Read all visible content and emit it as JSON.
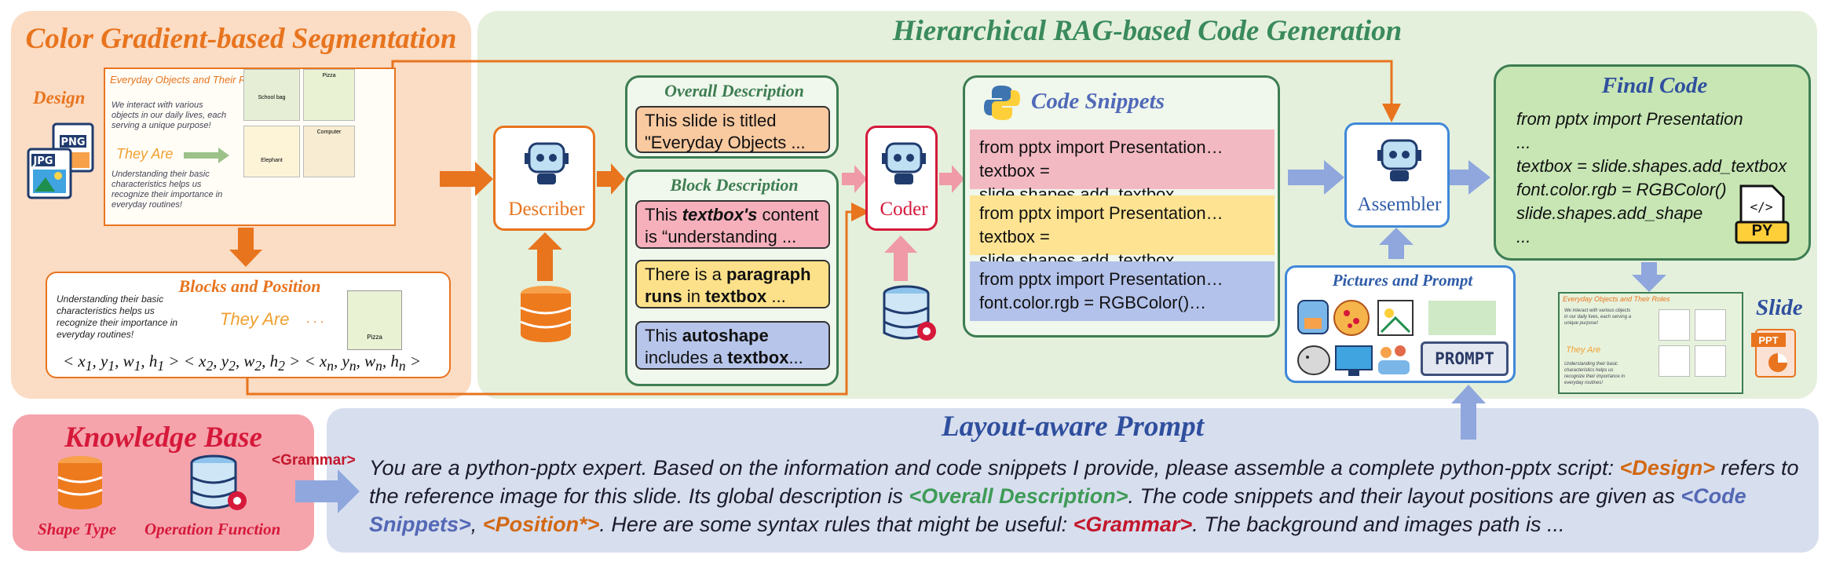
{
  "colors": {
    "orange": "#e8741e",
    "green": "#3a8a5c",
    "red": "#d6193a",
    "blue": "#2f4f9e",
    "arrow_blue": "#8fa7dd",
    "arrow_pink": "#f09aa8"
  },
  "segmentation": {
    "title": "Color Gradient-based Segmentation",
    "design_label": "Design",
    "icons": [
      "jpg-file-icon",
      "png-file-icon"
    ],
    "slide": {
      "title": "Everyday Objects and Their Roles",
      "intro": "We interact with various objects in our daily lives, each serving a unique purpose!",
      "they_are": "They Are",
      "body": "Understanding their basic characteristics helps us recognize their importance in everyday routines!",
      "cards": [
        "School bag",
        "Pizza",
        "Elephant",
        "Computer"
      ]
    },
    "blocks": {
      "title": "Blocks and Position",
      "text": "Understanding their basic characteristics helps us recognize their importance in everyday routines!",
      "they_are": "They Are",
      "dots": ". . .",
      "card": "Pizza",
      "formula_parts": [
        "< x",
        "1",
        ", y",
        "1",
        ", w",
        "1",
        ", h",
        "1",
        " >   < x",
        "2",
        ", y",
        "2",
        ", w",
        "2",
        ", h",
        "2",
        " >   < x",
        "n",
        ", y",
        "n",
        ", w",
        "n",
        ", h",
        "n",
        " >"
      ]
    }
  },
  "rag": {
    "title": "Hierarchical RAG-based Code Generation",
    "describer": "Describer",
    "coder": "Coder",
    "assembler": "Assembler",
    "overall": {
      "title": "Overall Description",
      "text": "This slide is titled \"Everyday Objects ..."
    },
    "block": {
      "title": "Block Description",
      "items": [
        {
          "pre": "This ",
          "bold": "textbox's",
          "post": " content is “understanding ..."
        },
        {
          "pre": "There is a ",
          "bold": "paragraph runs",
          "mid": " in ",
          "bold2": "textbox",
          "post": " ..."
        },
        {
          "pre": "This ",
          "bold": "autoshape",
          "mid": " includes a ",
          "bold2": "textbox",
          "post": "..."
        }
      ]
    },
    "snippets": {
      "title": "Code Snippets",
      "items": [
        {
          "l1": "from pptx import Presentation…",
          "l2": "textbox = slide.shapes.add_textbox…"
        },
        {
          "l1": "from pptx import Presentation…",
          "l2": "textbox = slide.shapes.add_textbox…"
        },
        {
          "l1": "from pptx import Presentation…",
          "l2": "font.color.rgb = RGBColor()…"
        }
      ]
    },
    "pictures": {
      "title": "Pictures and Prompt",
      "prompt": "PROMPT"
    },
    "final": {
      "title": "Final Code",
      "lines": [
        "from pptx import Presentation",
        "...",
        "textbox = slide.shapes.add_textbox",
        "font.color.rgb = RGBColor()",
        "slide.shapes.add_shape",
        "..."
      ],
      "py": "PY"
    },
    "slide_label": "Slide",
    "ppt": "PPT"
  },
  "knowledge": {
    "title": "Knowledge Base",
    "shape_type": "Shape Type",
    "operation": "Operation Function",
    "grammar": "<Grammar>"
  },
  "prompt": {
    "title": "Layout-aware Prompt",
    "t1": "You are a python-pptx expert. Based on the information and code snippets I provide, please assemble a complete python-pptx script: ",
    "design": "<Design>",
    "t2": " refers to the reference image for this slide. Its global description is ",
    "overall": "<Overall Description>",
    "t3": ". The code snippets and their layout positions are given as ",
    "code": "<Code Snippets>",
    "t4": ", ",
    "pos": "<Position*>",
    "t5": ". Here are some syntax rules that might be useful: ",
    "gram": "<Grammar>",
    "t6": ". The background and images path is ..."
  }
}
